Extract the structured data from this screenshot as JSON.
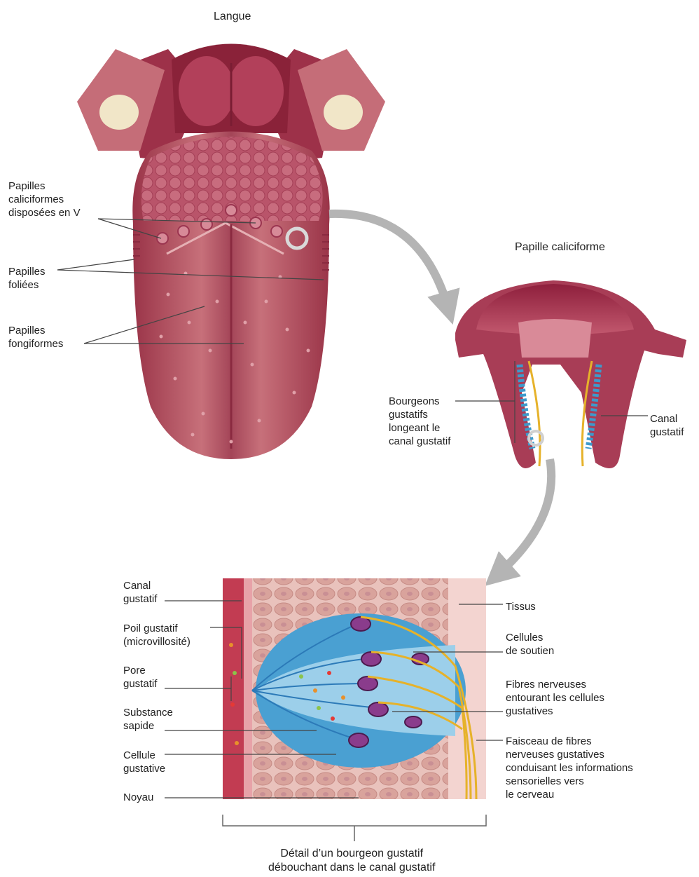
{
  "titles": {
    "tongue": "Langue",
    "papilla": "Papille caliciforme",
    "detail": "Détail d’un bourgeon gustatif\ndébouchant dans le canal gustatif"
  },
  "tongue_labels": {
    "circumvallate": "Papilles\ncaliciformes\ndisposées en V",
    "foliate": "Papilles\nfoliées",
    "fungiform": "Papilles\nfongiformes"
  },
  "papilla_labels": {
    "buds": "Bourgeons\ngustatifs\nlongeant le\ncanal gustatif",
    "canal": "Canal\ngustatif"
  },
  "detail_labels": {
    "canal": "Canal\ngustatif",
    "hair": "Poil gustatif\n(microvillosité)",
    "pore": "Pore\ngustatif",
    "substance": "Substance\nsapide",
    "cell": "Cellule\ngustative",
    "nucleus": "Noyau",
    "tissue": "Tissus",
    "support": "Cellules\nde soutien",
    "fibers": "Fibres nerveuses\nentourant les cellules\ngustatives",
    "bundle": "Faisceau de fibres\nnerveuses gustatives\nconduisant les informations\nsensorielles vers\nle cerveau"
  },
  "colors": {
    "tongue": "#b6505e",
    "tongue_dark": "#8c2a3d",
    "papilla": "#a32c48",
    "bud": "#3d9acc",
    "nerve": "#e6b22a",
    "nucleus": "#8a3c8c",
    "arrow": "#b4b4b4"
  }
}
